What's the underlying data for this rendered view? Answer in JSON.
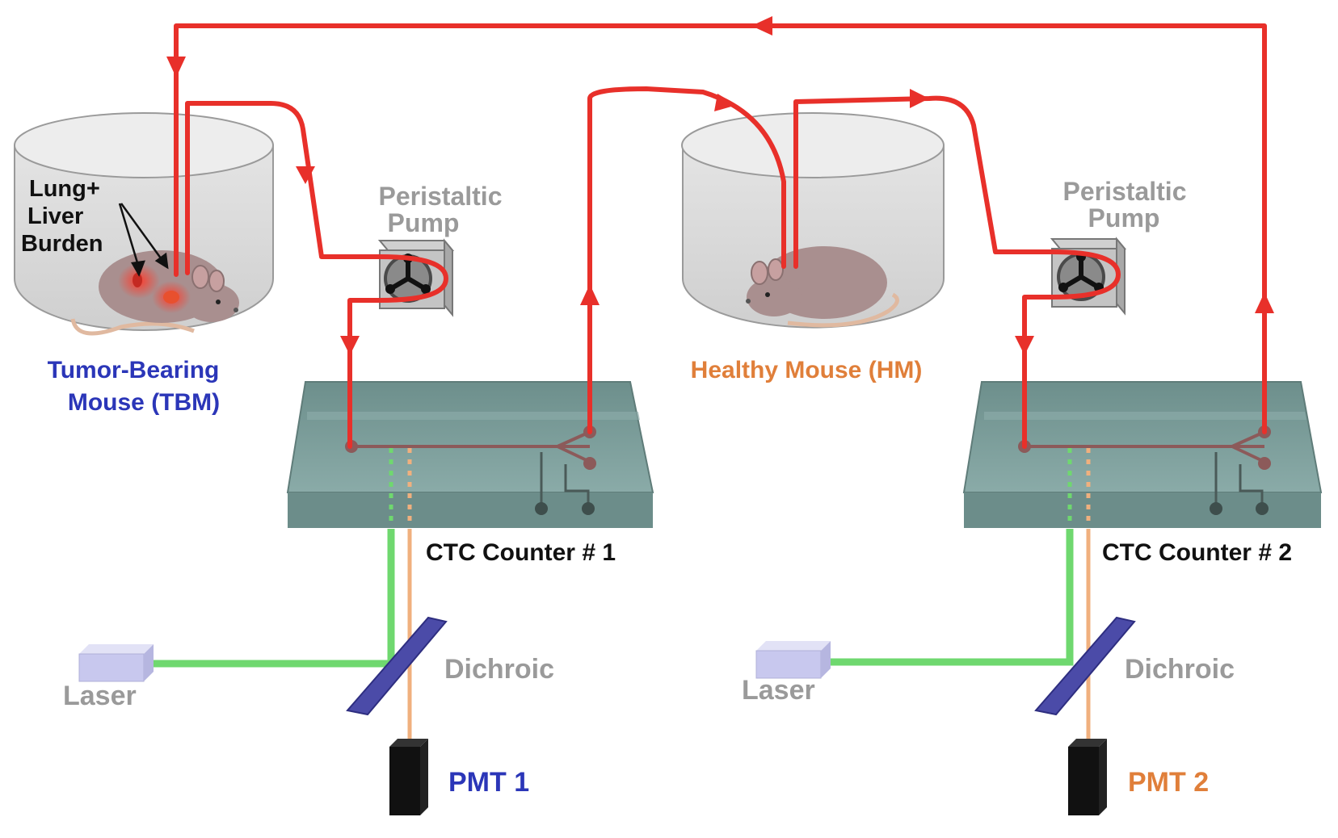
{
  "colors": {
    "tube": "#e8302a",
    "tbm_text": "#2b36b8",
    "hm_text": "#e07f3a",
    "laser_beam": "#6fd86f",
    "emission_beam": "#f0b07e",
    "chip": "#7a9e9b",
    "gray_text": "#9a9a9a",
    "black_text": "#111111"
  },
  "labels": {
    "lung_line1": "Lung+",
    "lung_line2": "Liver",
    "lung_line3": "Burden",
    "tbm_line1": "Tumor-Bearing",
    "tbm_line2": "Mouse (TBM)",
    "hm": "Healthy Mouse (HM)",
    "pump1_line1": "Peristaltic",
    "pump1_line2": "Pump",
    "pump2_line1": "Peristaltic",
    "pump2_line2": "Pump",
    "counter1": "CTC Counter # 1",
    "counter2": "CTC Counter # 2",
    "dichroic1": "Dichroic",
    "dichroic2": "Dichroic",
    "laser1": "Laser",
    "laser2": "Laser",
    "pmt1": "PMT 1",
    "pmt2": "PMT 2"
  }
}
